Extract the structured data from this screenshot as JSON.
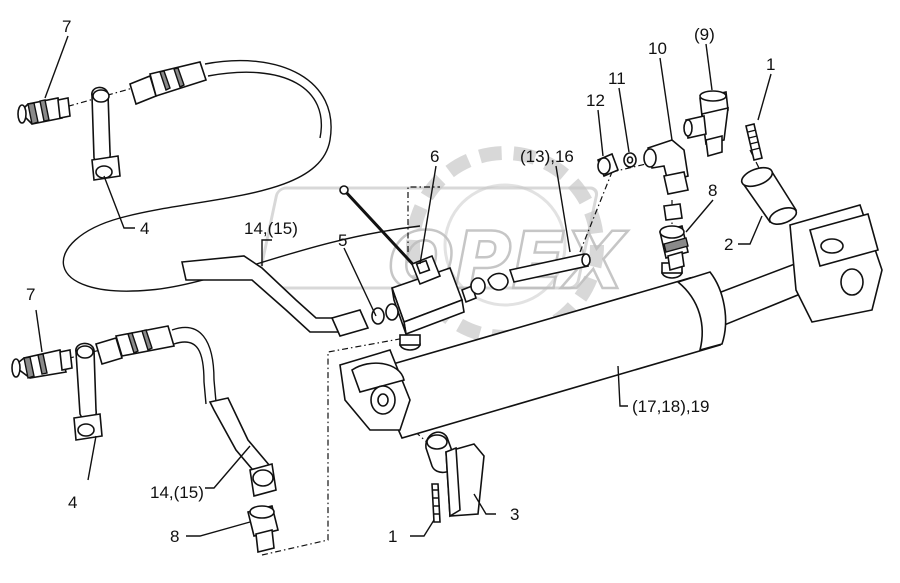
{
  "watermark": {
    "text": "OPEX"
  },
  "callouts": [
    {
      "id": "c-7-top",
      "text": "7"
    },
    {
      "id": "c-4-top",
      "text": "4"
    },
    {
      "id": "c-7-bot",
      "text": "7"
    },
    {
      "id": "c-4-bot",
      "text": "4"
    },
    {
      "id": "c-14-top",
      "text": "14,(15)"
    },
    {
      "id": "c-14-bot",
      "text": "14,(15)"
    },
    {
      "id": "c-8-bot",
      "text": "8"
    },
    {
      "id": "c-5",
      "text": "5"
    },
    {
      "id": "c-6",
      "text": "6"
    },
    {
      "id": "c-13",
      "text": "(13),16"
    },
    {
      "id": "c-12",
      "text": "12"
    },
    {
      "id": "c-11",
      "text": "11"
    },
    {
      "id": "c-10",
      "text": "10"
    },
    {
      "id": "c-9",
      "text": "(9)"
    },
    {
      "id": "c-1-top",
      "text": "1"
    },
    {
      "id": "c-8-top",
      "text": "8"
    },
    {
      "id": "c-2",
      "text": "2"
    },
    {
      "id": "c-17",
      "text": "(17,18),19"
    },
    {
      "id": "c-1-bot",
      "text": "1"
    },
    {
      "id": "c-3",
      "text": "3"
    }
  ]
}
